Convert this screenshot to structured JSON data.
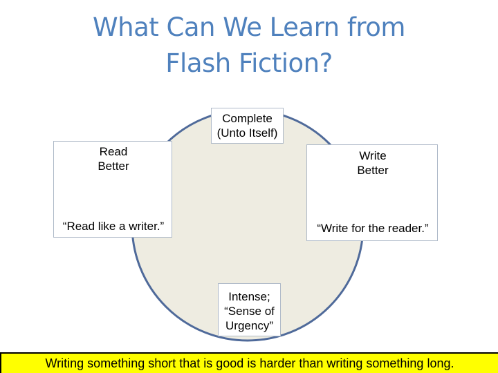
{
  "title": {
    "line1": "What Can We Learn from",
    "line2": "Flash Fiction?"
  },
  "diagram": {
    "top": {
      "line1": "Complete",
      "line2": "(Unto Itself)"
    },
    "left": {
      "line1": "Read",
      "line2": "Better",
      "quote": "“Read like a writer.”"
    },
    "right": {
      "line1": "Write",
      "line2": "Better",
      "quote": "“Write for the reader.”"
    },
    "bottom": {
      "line1": "Intense;",
      "line2": "“Sense of",
      "line3": "Urgency”"
    }
  },
  "footer": {
    "text": "Writing something short that is good is harder than writing something long."
  },
  "colors": {
    "title": "#4f81bd",
    "circle_fill": "#eeece1",
    "circle_stroke": "#4f6a9a",
    "footer_background": "#ffff00"
  }
}
